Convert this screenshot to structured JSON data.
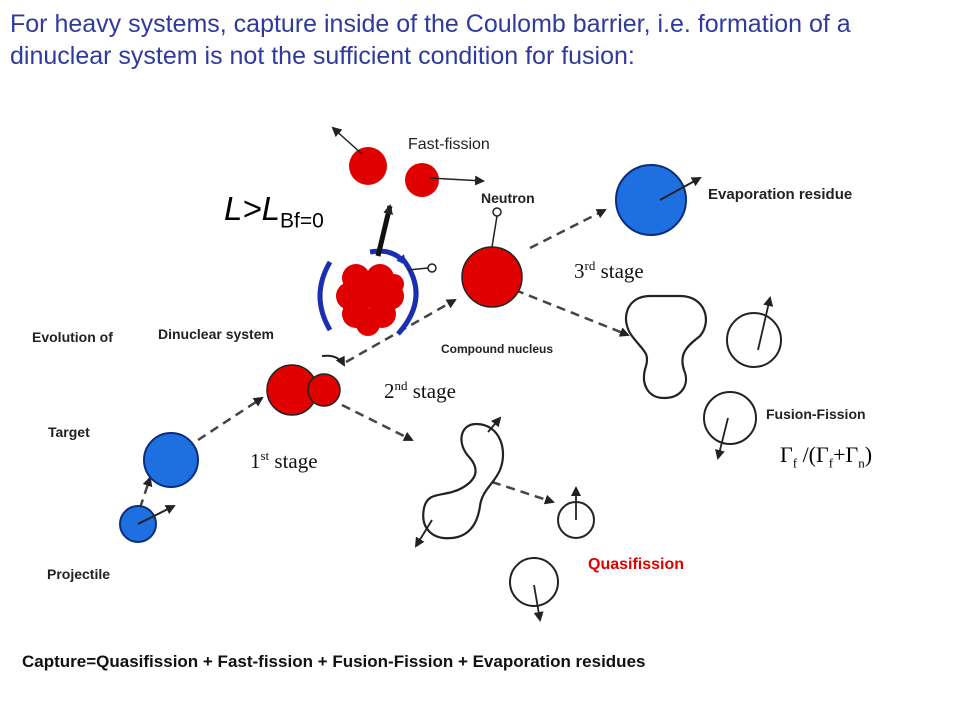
{
  "title": "For heavy systems, capture inside of the Coulomb barrier, i.e. formation of a dinuclear system is not the sufficient condition for fusion:",
  "labels": {
    "fast_fission": "Fast-fission",
    "neutron": "Neutron",
    "evaporation_residue": "Evaporation residue",
    "evolution_of": "Evolution of",
    "dinuclear_system": "Dinuclear system",
    "compound_nucleus": "Compound  nucleus",
    "fusion_fission": "Fusion-Fission",
    "target": "Target",
    "projectile": "Projectile",
    "quasifission": "Quasifission"
  },
  "stages": {
    "first": {
      "num": "1",
      "sup": "st",
      "word": " stage"
    },
    "second": {
      "num": "2",
      "sup": "nd",
      "word": " stage"
    },
    "third": {
      "num": "3",
      "sup": "rd",
      "word": " stage"
    }
  },
  "condition": {
    "base": "L>L",
    "sub": "Bf=0"
  },
  "ratio": {
    "g1": "Γ",
    "s1": "f",
    "mid": " /(",
    "g2": "Γ",
    "s2": "f",
    "plus": "+",
    "g3": "Γ",
    "s3": "n",
    "end": ")"
  },
  "formula": "Capture=Quasifission  + Fast-fission + Fusion-Fission + Evaporation residues",
  "colors": {
    "title": "#2e3a9e",
    "red_nucleus": "#e00000",
    "blue_nucleus": "#1e6fe0",
    "quasifission_text": "#e00000",
    "arrow_blue": "#1a2fb0"
  }
}
